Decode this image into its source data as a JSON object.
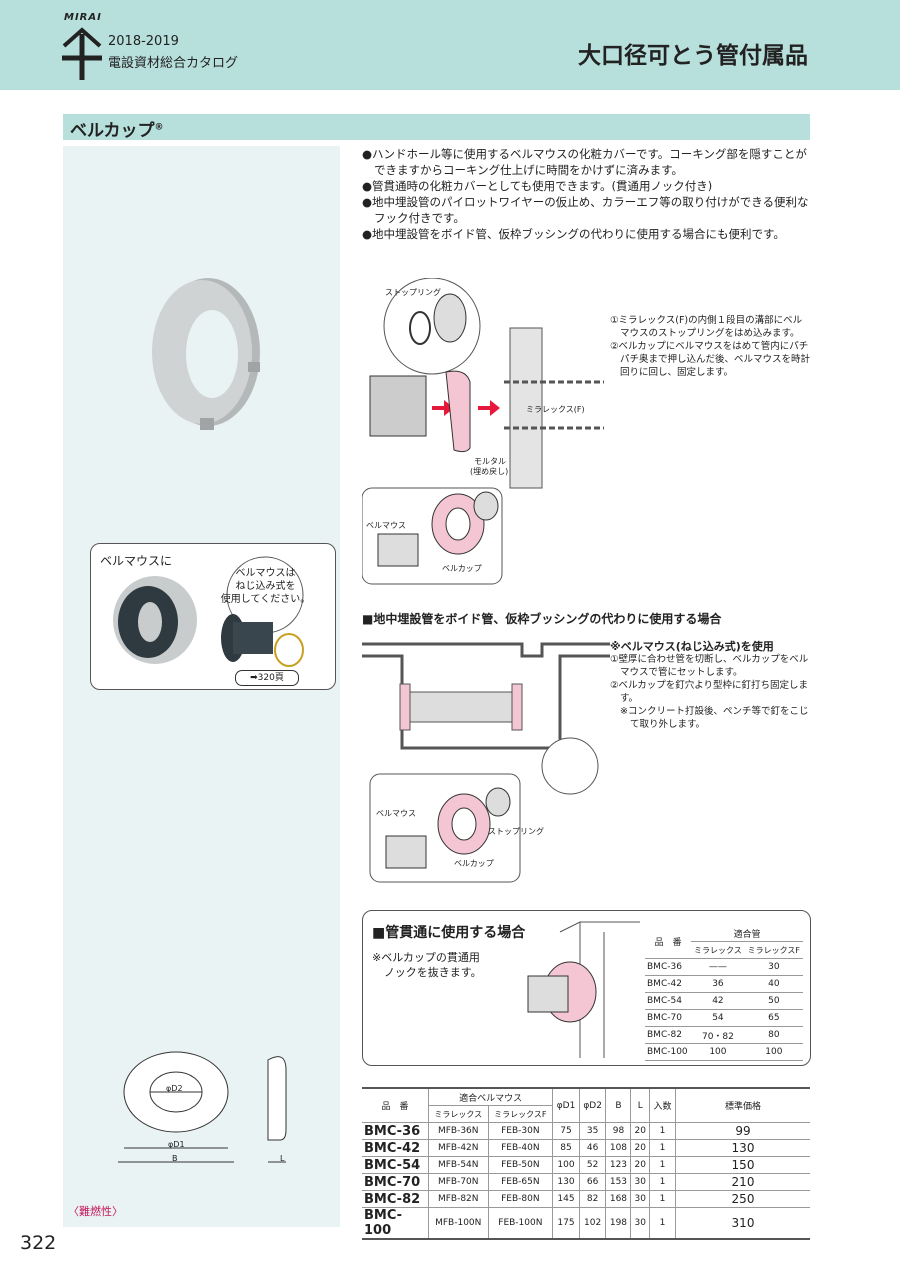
{
  "header": {
    "brand": "MIRAI",
    "year": "2018-2019",
    "catalog": "電設資材総合カタログ",
    "page_title": "大口径可とう管付属品"
  },
  "section": {
    "title": "ベルカップ",
    "mark": "®"
  },
  "bullets": [
    "ハンドホール等に使用するベルマウスの化粧カバーです。コーキング部を隠すことができますからコーキング仕上げに時間をかけずに済みます。",
    "管貫通時の化粧カバーとしても使用できます。(貫通用ノック付き)",
    "地中埋設管のパイロットワイヤーの仮止め、カラーエフ等の取り付けができる便利なフック付きです。",
    "地中埋設管をボイド管、仮枠ブッシングの代わりに使用する場合にも便利です。"
  ],
  "diagram1": {
    "labels": {
      "stopring": "ストップリング",
      "mirarex": "ミラレックス(F)",
      "mortar": "モルタル",
      "mortar_sub": "(埋め戻し)",
      "bellmouth": "ベルマウス",
      "bellcup": "ベルカップ"
    },
    "notes": [
      "①ミラレックス(F)の内側１段目の溝部にベルマウスのストップリングをはめ込みます。",
      "②ベルカップにベルマウスをはめて管内にパチパチ奥まで押し込んだ後、ベルマウスを時計回りに回し、固定します。"
    ]
  },
  "callout": {
    "title": "ベルマウスに",
    "bubble": [
      "ベルマウスは",
      "ねじ込み式を",
      "使用してください。"
    ],
    "ref": "320頁"
  },
  "underground": {
    "title": "■地中埋設管をボイド管、仮枠ブッシングの代わりに使用する場合",
    "note_head": "※ベルマウス(ねじ込み式)を使用",
    "notes": [
      "①壁厚に合わせ管を切断し、ベルカップをベルマウスで管にセットします。",
      "②ベルカップを釘穴より型枠に釘打ち固定します。",
      "※コンクリート打設後、ペンチ等で釘をこじて取り外します。"
    ],
    "labels": {
      "bellmouth": "ベルマウス",
      "stopring": "ストップリング",
      "bellcup": "ベルカップ"
    }
  },
  "penetration": {
    "title": "■管貫通に使用する場合",
    "note": [
      "※ベルカップの貫通用",
      "ノックを抜きます。"
    ],
    "table": {
      "headers": {
        "code": "品　番",
        "group": "適合管",
        "col1": "ミラレックス",
        "col2": "ミラレックスF"
      },
      "rows": [
        [
          "BMC-36",
          "——",
          "30"
        ],
        [
          "BMC-42",
          "36",
          "40"
        ],
        [
          "BMC-54",
          "42",
          "50"
        ],
        [
          "BMC-70",
          "54",
          "65"
        ],
        [
          "BMC-82",
          "70・82",
          "80"
        ],
        [
          "BMC-100",
          "100",
          "100"
        ]
      ]
    }
  },
  "dims": {
    "d1": "φD1",
    "d2": "φD2",
    "b": "B",
    "l": "L"
  },
  "flame": "〈難燃性〉",
  "main_table": {
    "headers": {
      "code": "品　番",
      "group": "適合ベルマウス",
      "mirarex": "ミラレックス",
      "mirarexf": "ミラレックスF",
      "d1": "φD1",
      "d2": "φD2",
      "b": "B",
      "l": "L",
      "qty": "入数",
      "price": "標準価格"
    },
    "rows": [
      [
        "BMC-36",
        "MFB-36N",
        "FEB-30N",
        "75",
        "35",
        "98",
        "20",
        "1",
        "99"
      ],
      [
        "BMC-42",
        "MFB-42N",
        "FEB-40N",
        "85",
        "46",
        "108",
        "20",
        "1",
        "130"
      ],
      [
        "BMC-54",
        "MFB-54N",
        "FEB-50N",
        "100",
        "52",
        "123",
        "20",
        "1",
        "150"
      ],
      [
        "BMC-70",
        "MFB-70N",
        "FEB-65N",
        "130",
        "66",
        "153",
        "30",
        "1",
        "210"
      ],
      [
        "BMC-82",
        "MFB-82N",
        "FEB-80N",
        "145",
        "82",
        "168",
        "30",
        "1",
        "250"
      ],
      [
        "BMC-100",
        "MFB-100N",
        "FEB-100N",
        "175",
        "102",
        "198",
        "30",
        "1",
        "310"
      ]
    ]
  },
  "page_number": "322",
  "colors": {
    "header_bg": "#b7dfdb",
    "pink": "#f4c6d4",
    "arrow_red": "#e8173c",
    "panel_bg": "#eaf3f3"
  }
}
